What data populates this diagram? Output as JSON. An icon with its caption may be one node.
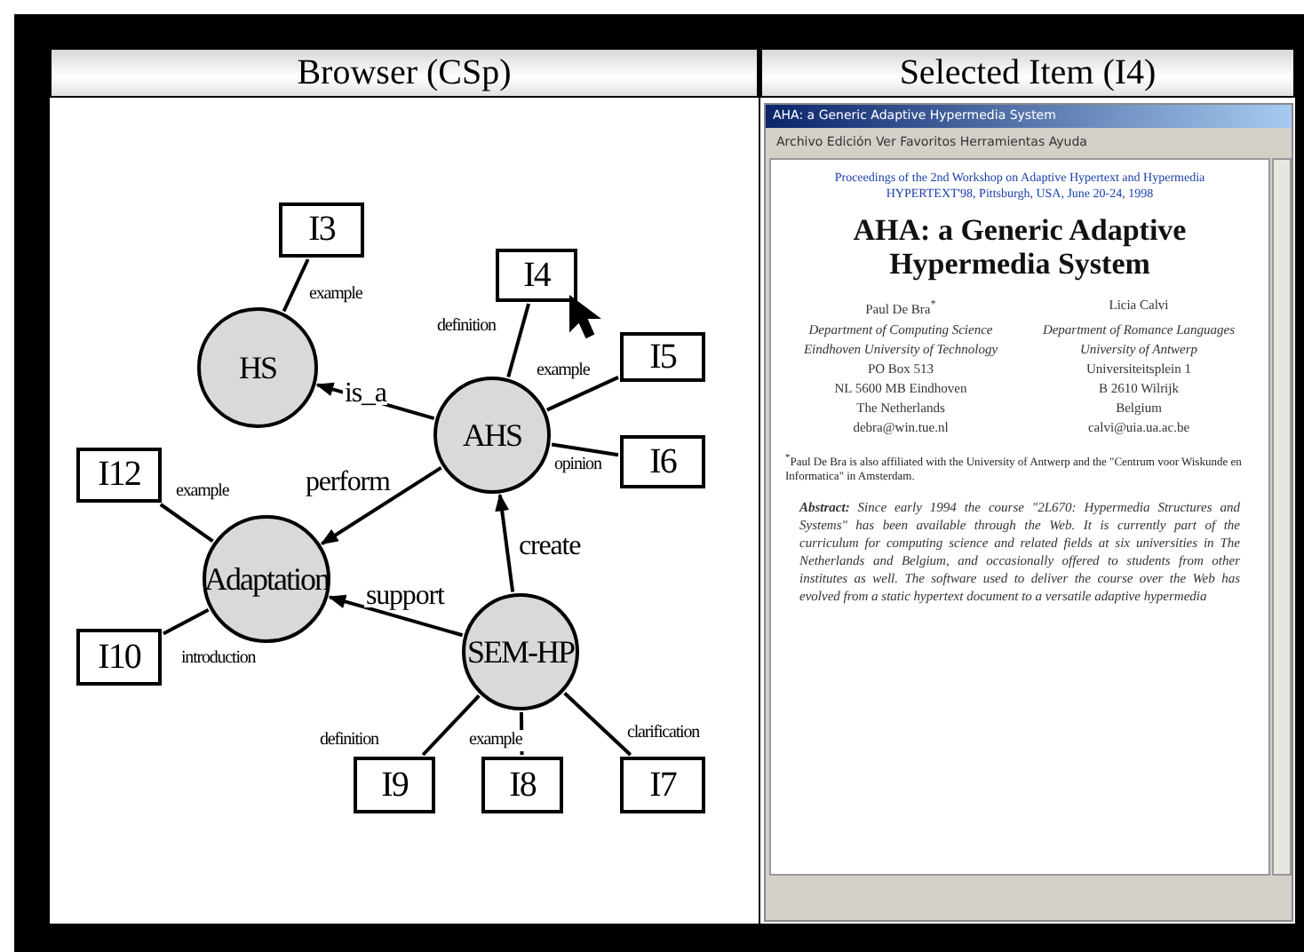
{
  "diagram": {
    "nodes": [
      {
        "text": [
          "Browser (CSp)"
        ]
      },
      {
        "text": [
          "I3"
        ],
        "in": 0
      },
      {
        "text": [
          "HS"
        ],
        "in": 0
      },
      {
        "text": [
          "I4"
        ],
        "in": 0
      },
      {
        "text": [
          "AHS"
        ],
        "in": 0
      },
      {
        "text": [
          "I5"
        ],
        "in": 0
      },
      {
        "text": [
          "I6"
        ],
        "in": 0
      },
      {
        "text": [
          "I12"
        ],
        "in": 0
      },
      {
        "text": [
          "Adaptation"
        ],
        "in": 0
      },
      {
        "text": [
          "I10"
        ],
        "in": 0
      },
      {
        "text": [
          "SEM-HP"
        ],
        "in": 0
      },
      {
        "text": [
          "I9"
        ],
        "in": 0
      },
      {
        "text": [
          "I8"
        ],
        "in": 0
      },
      {
        "text": [
          "I7"
        ],
        "in": 0
      },
      {
        "text": [
          "Selected Item (I4)"
        ]
      }
    ],
    "edges": [
      {
        "from": 1,
        "to": 2,
        "arrow": "none",
        "label": "example"
      },
      {
        "from": 4,
        "to": 2,
        "arrow": "to",
        "label": "is_a"
      },
      {
        "from": 3,
        "to": 4,
        "arrow": "none",
        "label": "definition"
      },
      {
        "from": 4,
        "to": 5,
        "arrow": "none",
        "label": "example"
      },
      {
        "from": 4,
        "to": 6,
        "arrow": "none",
        "label": "opinion"
      },
      {
        "from": 4,
        "to": 8,
        "arrow": "to",
        "label": "perform"
      },
      {
        "from": 7,
        "to": 8,
        "arrow": "none",
        "label": "example"
      },
      {
        "from": 8,
        "to": 9,
        "arrow": "none",
        "label": "introduction"
      },
      {
        "from": 10,
        "to": 4,
        "arrow": "to",
        "label": "create"
      },
      {
        "from": 10,
        "to": 8,
        "arrow": "to",
        "label": "support"
      },
      {
        "from": 10,
        "to": 11,
        "arrow": "none",
        "label": "definition"
      },
      {
        "from": 10,
        "to": 12,
        "arrow": "none",
        "label": "example"
      },
      {
        "from": 10,
        "to": 13,
        "arrow": "none",
        "label": "clarification"
      }
    ],
    "labels": [
      "AHA: a Generic Adaptive Hypermedia System",
      "Archivo Edición Ver Favoritos Herramientas Ayuda",
      "Proceedings of the 2nd Workshop on Adaptive Hypertext and Hypermedia HYPERTEXT'98, Pittsburgh, USA, June 20-24, 1998",
      "AHA: a Generic Adaptive Hypermedia System",
      "Paul De Bra$^{*}$",
      "Licia Calvi",
      "Department of Computing Science",
      "Department of Romance Languages",
      "Eindhoven University of Technology",
      "University of Antwerp",
      "PO Box 513",
      "Universiteitsplein 1",
      "NL 5600 MB Eindhoven",
      "B 2610 Wilrijk",
      "The Netherlands",
      "Belgium",
      "debra@win.tue.nl",
      "calvi@uia.ua.ac.be",
      "$^{*}$Paul De Bra is also affiliated with the University of Antwerp and the \"Centrum voor Wiskunde en Informatica\" in Amsterdam.",
      "**Abstract:** Since early 1994 the course \"2L670: Hypermedia Structures and Systems\" has been available through the Web. It is currently part of the curriculum for computing science and related fields at six universities in The Netherlands and Belgium, and occasionally offered to students from other institutes as well. The software used to deliver the course over the Web has evolved from a static hypertext document to a versatile adaptive hypermedia"
    ]
  }
}
